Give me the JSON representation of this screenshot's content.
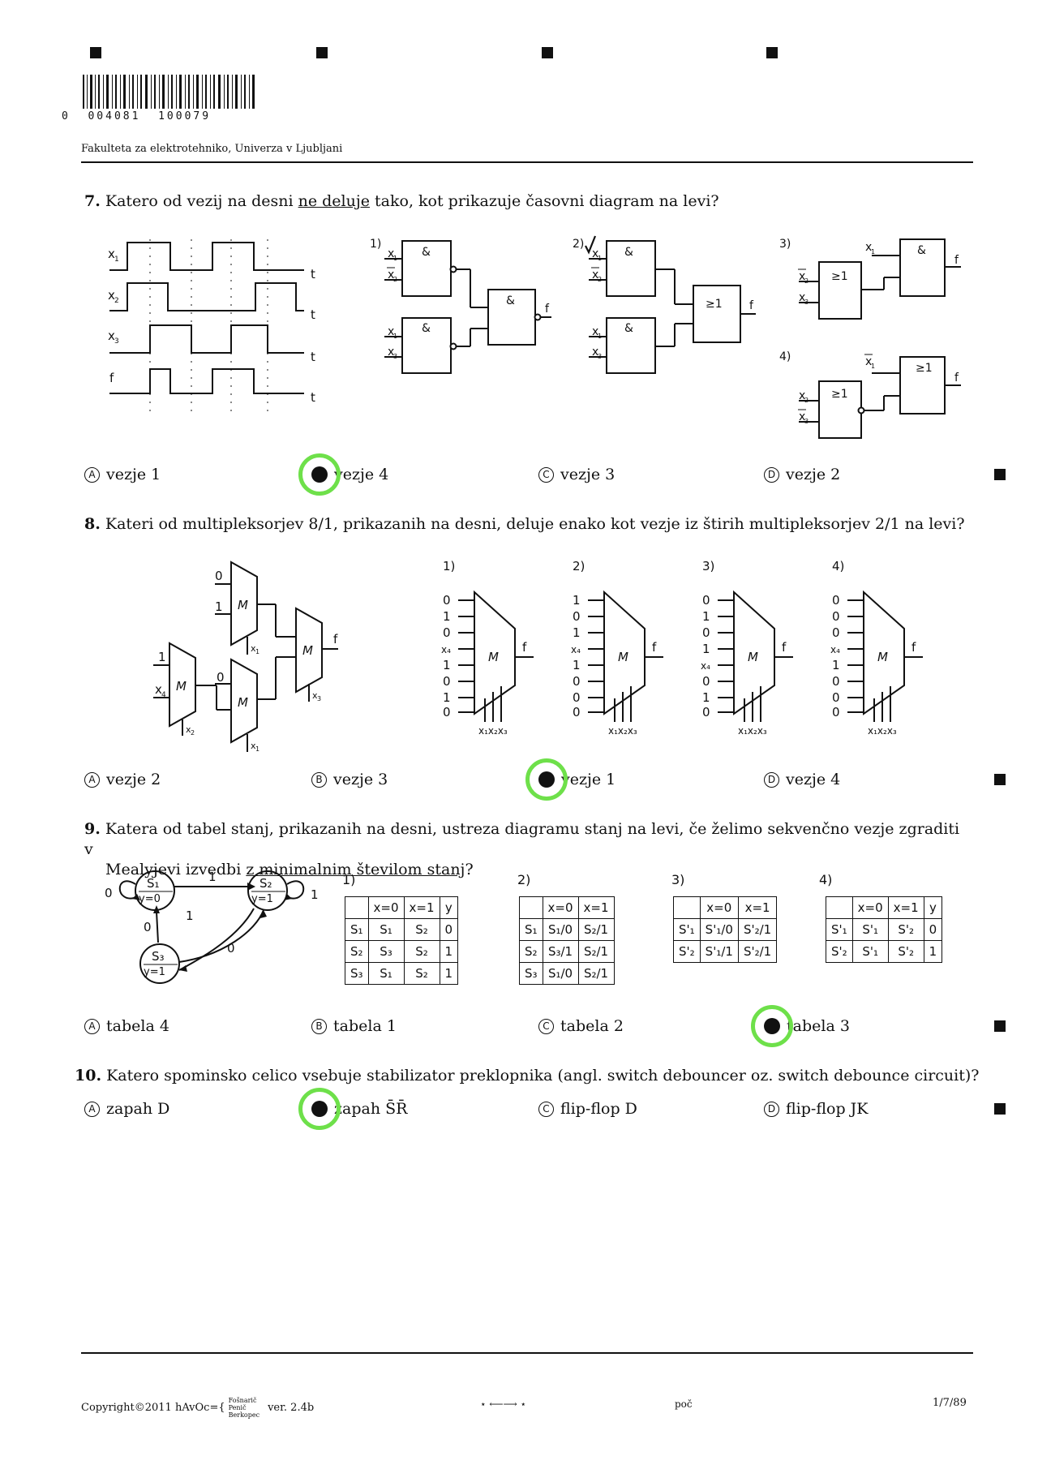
{
  "header": {
    "barcode_number": "0  004081  100079",
    "institution": "Fakulteta za elektrotehniko, Univerza v Ljubljani"
  },
  "q7": {
    "number": "7.",
    "text_a": "Katero od vezij na desni ",
    "text_u": "ne deluje",
    "text_b": " tako, kot prikazuje časovni diagram na levi?",
    "options": [
      {
        "letter": "A",
        "label": "vezje 1",
        "selected": false
      },
      {
        "letter": "B",
        "label": "vezje 4",
        "selected": true
      },
      {
        "letter": "C",
        "label": "vezje 3",
        "selected": false
      },
      {
        "letter": "D",
        "label": "vezje 2",
        "selected": false
      }
    ]
  },
  "q8": {
    "number": "8.",
    "text": "Kateri od multipleksorjev 8/1, prikazanih na desni, deluje enako kot vezje iz štirih multipleksorjev 2/1 na levi?",
    "options": [
      {
        "letter": "A",
        "label": "vezje 2",
        "selected": false
      },
      {
        "letter": "B",
        "label": "vezje 3",
        "selected": false
      },
      {
        "letter": "C",
        "label": "vezje 1",
        "selected": true
      },
      {
        "letter": "D",
        "label": "vezje 4",
        "selected": false
      }
    ]
  },
  "q9": {
    "number": "9.",
    "line1": "Katera od tabel stanj, prikazanih na desni, ustreza diagramu stanj na levi, če želimo sekvenčno vezje zgraditi v",
    "line2_a": "Mealyjevi izvedbi ",
    "line2_u": "z minimalnim številom stanj",
    "line2_b": "?",
    "tables": {
      "t1": {
        "label": "1)",
        "header": [
          "",
          "x=0",
          "x=1",
          "y"
        ],
        "rows": [
          [
            "S₁",
            "S₁",
            "S₂",
            "0"
          ],
          [
            "S₂",
            "S₃",
            "S₂",
            "1"
          ],
          [
            "S₃",
            "S₁",
            "S₂",
            "1"
          ]
        ]
      },
      "t2": {
        "label": "2)",
        "header": [
          "",
          "x=0",
          "x=1"
        ],
        "rows": [
          [
            "S₁",
            "S₁/0",
            "S₂/1"
          ],
          [
            "S₂",
            "S₃/1",
            "S₂/1"
          ],
          [
            "S₃",
            "S₁/0",
            "S₂/1"
          ]
        ]
      },
      "t3": {
        "label": "3)",
        "header": [
          "",
          "x=0",
          "x=1"
        ],
        "rows": [
          [
            "S'₁",
            "S'₁/0",
            "S'₂/1"
          ],
          [
            "S'₂",
            "S'₁/1",
            "S'₂/1"
          ]
        ]
      },
      "t4": {
        "label": "4)",
        "header": [
          "",
          "x=0",
          "x=1",
          "y"
        ],
        "rows": [
          [
            "S'₁",
            "S'₁",
            "S'₂",
            "0"
          ],
          [
            "S'₂",
            "S'₁",
            "S'₂",
            "1"
          ]
        ]
      }
    },
    "options": [
      {
        "letter": "A",
        "label": "tabela 4",
        "selected": false
      },
      {
        "letter": "B",
        "label": "tabela 1",
        "selected": false
      },
      {
        "letter": "C",
        "label": "tabela 2",
        "selected": false
      },
      {
        "letter": "D",
        "label": "tabela 3",
        "selected": true
      }
    ]
  },
  "q10": {
    "number": "10.",
    "text": "Katero spominsko celico vsebuje stabilizator preklopnika (angl. switch debouncer oz. switch debounce circuit)?",
    "options": [
      {
        "letter": "A",
        "label": "zapah D",
        "selected": false
      },
      {
        "letter": "B",
        "label": "zapah S̄R̄",
        "selected": true
      },
      {
        "letter": "C",
        "label": "flip-flop D",
        "selected": false
      },
      {
        "letter": "D",
        "label": "flip-flop JK",
        "selected": false
      }
    ]
  },
  "footer": {
    "copyright": "Copyright©2011 hAvOc={",
    "authors": [
      "Fošnarič",
      "Penič",
      "Berkopec"
    ],
    "version": "ver. 2.4b",
    "arrows": "⋆ ⟵⟶ ⋆",
    "mid": "poč",
    "page": "1/7/89"
  },
  "colors": {
    "mark": "#6ee04a",
    "ink": "#111111"
  }
}
